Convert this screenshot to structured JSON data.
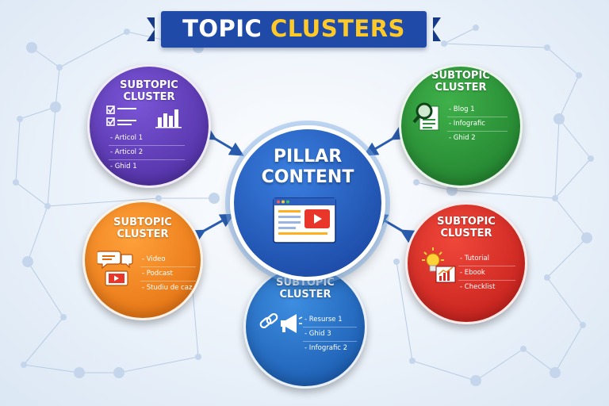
{
  "title": {
    "part1": "TOPIC",
    "part2": "CLUSTERS"
  },
  "pillar": {
    "line1": "PILLAR",
    "line2": "CONTENT",
    "icon": "video-webpage-icon"
  },
  "clusters": [
    {
      "id": "purple",
      "line1": "SUBTOPIC",
      "line2": "CLUSTER",
      "icon": "checklist-chart-icon",
      "color": "#5b35b5",
      "items": [
        "- Articol 1",
        "- Articol 2",
        "- Ghid 1"
      ]
    },
    {
      "id": "green",
      "line1": "SUBTOPIC",
      "line2": "CLUSTER",
      "icon": "magnifier-document-icon",
      "color": "#2a9438",
      "items": [
        "- Blog 1",
        "- Infografic",
        "- Ghid 2"
      ]
    },
    {
      "id": "orange",
      "line1": "SUBTOPIC",
      "line2": "CLUSTER",
      "icon": "chat-video-icon",
      "color": "#f08419",
      "items": [
        "- Video",
        "- Podcast",
        "- Studiu de caz"
      ]
    },
    {
      "id": "red",
      "line1": "SUBTOPIC",
      "line2": "CLUSTER",
      "icon": "lightbulb-chart-icon",
      "color": "#d92b24",
      "items": [
        "- Tutorial",
        "- Ebook",
        "- Checklist"
      ]
    },
    {
      "id": "blue",
      "line1": "SUBTOPIC",
      "line2": "CLUSTER",
      "icon": "link-megaphone-icon",
      "color": "#2a72cc",
      "items": [
        "- Resurse 1",
        "- Ghid 3",
        "- Infografic 2"
      ]
    }
  ],
  "colors": {
    "banner": "#1f4aa8",
    "title_accent": "#ffc928",
    "arrow": "#2a5cae"
  }
}
